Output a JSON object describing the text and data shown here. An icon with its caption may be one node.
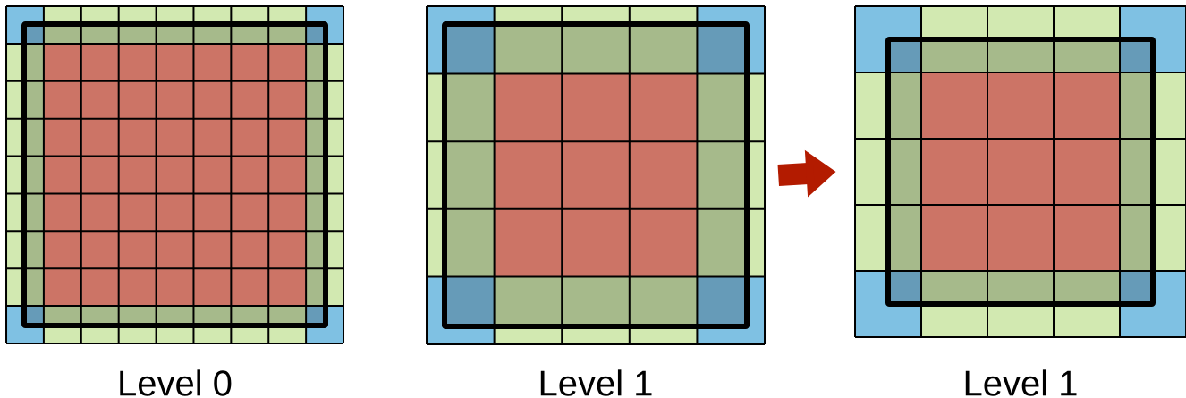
{
  "diagram": {
    "nodes": [
      {
        "text": [
          "Level 0"
        ]
      },
      {
        "text": [
          "Level 1"
        ]
      },
      {
        "text": [
          "Level 1"
        ]
      }
    ],
    "edges": [
      {
        "from": 1,
        "to": 2,
        "arrow": "to",
        "color": "#b31b00"
      }
    ]
  }
}
